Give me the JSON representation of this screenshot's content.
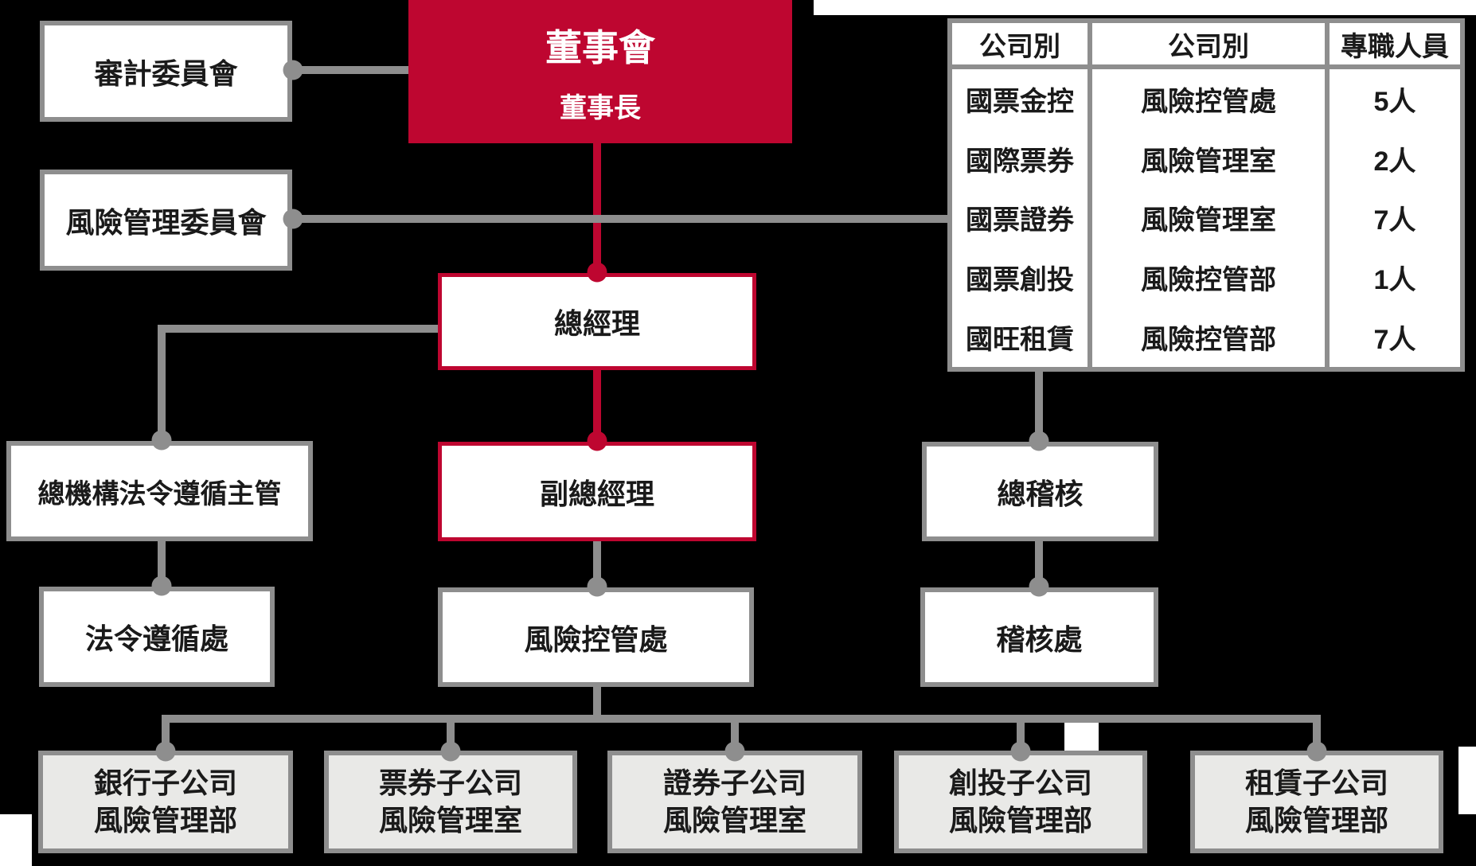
{
  "colors": {
    "accent_red": "#BE0630",
    "line_gray": "#8E8E8E",
    "box_fill": "#FFFFFF",
    "subsidiary_fill": "#E9E9E7",
    "text": "#1A1A1A",
    "background": "#000000"
  },
  "board": {
    "title": "董事會",
    "subtitle": "董事長"
  },
  "committees": [
    {
      "label": "審計委員會"
    },
    {
      "label": "風險管理委員會"
    }
  ],
  "chain": [
    {
      "label": "總經理"
    },
    {
      "label": "副總經理"
    },
    {
      "label": "風險控管處"
    }
  ],
  "left_branch": [
    {
      "label": "總機構法令遵循主管"
    },
    {
      "label": "法令遵循處"
    }
  ],
  "right_branch": [
    {
      "label": "總稽核"
    },
    {
      "label": "稽核處"
    }
  ],
  "subsidiaries": [
    {
      "line1": "銀行子公司",
      "line2": "風險管理部"
    },
    {
      "line1": "票券子公司",
      "line2": "風險管理室"
    },
    {
      "line1": "證券子公司",
      "line2": "風險管理室"
    },
    {
      "line1": "創投子公司",
      "line2": "風險管理部"
    },
    {
      "line1": "租賃子公司",
      "line2": "風險管理部"
    }
  ],
  "table": {
    "headers": [
      "公司別",
      "公司別",
      "專職人員"
    ],
    "rows": [
      [
        "國票金控",
        "風險控管處",
        "5人"
      ],
      [
        "國際票券",
        "風險管理室",
        "2人"
      ],
      [
        "國票證券",
        "風險管理室",
        "7人"
      ],
      [
        "國票創投",
        "風險控管部",
        "1人"
      ],
      [
        "國旺租賃",
        "風險控管部",
        "7人"
      ]
    ]
  }
}
